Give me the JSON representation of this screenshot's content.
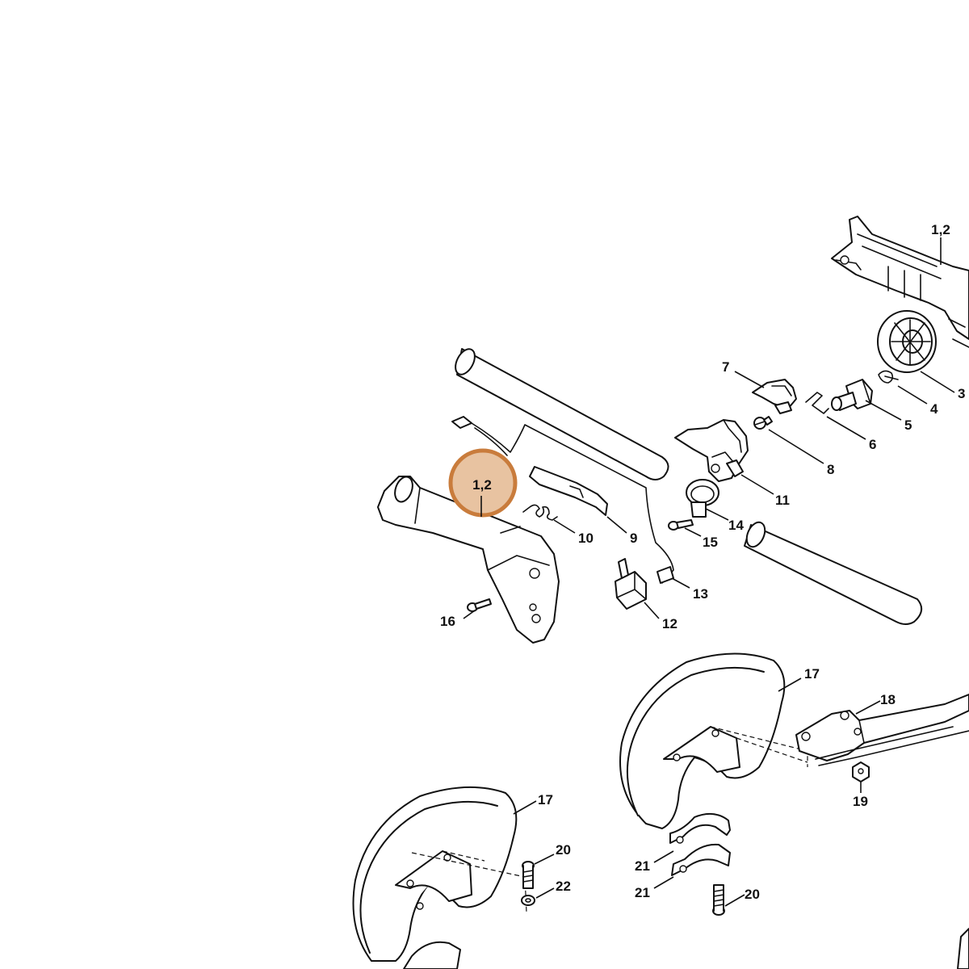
{
  "diagram": {
    "highlight": {
      "label": "1,2",
      "fill": "#e8c3a1",
      "stroke": "#c97c3c"
    },
    "callouts": {
      "c1": "1,2",
      "c2": "3",
      "c3": "4",
      "c4": "5",
      "c5": "6",
      "c6": "7",
      "c7": "8",
      "c8": "9",
      "c9": "10",
      "c10": "11",
      "c11": "12",
      "c12": "13",
      "c13": "14",
      "c14": "15",
      "c15": "16",
      "c16": "17",
      "c17": "17",
      "c18": "18",
      "c19": "19",
      "c20": "20",
      "c21": "20",
      "c22": "21",
      "c23": "21",
      "c24": "22"
    }
  }
}
